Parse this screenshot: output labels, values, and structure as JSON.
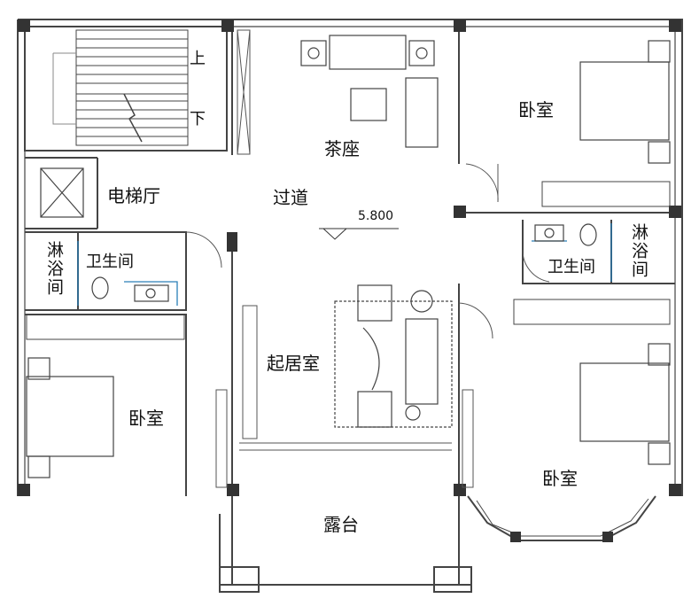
{
  "rooms": {
    "tea_seating": "茶座",
    "corridor": "过道",
    "elevator_hall": "电梯厅",
    "bath_left": "卫生间",
    "shower_left": "淋浴间",
    "living": "起居室",
    "bedroom_ne": "卧室",
    "bedroom_sw": "卧室",
    "bedroom_se": "卧室",
    "bath_right": "卫生间",
    "shower_right": "淋浴间",
    "terrace": "露台"
  },
  "stairs": {
    "up": "上",
    "down": "下"
  },
  "elevation": "5.800",
  "colors": {
    "wall": "#333333",
    "line": "#555555",
    "fixture": "#2a7fb8"
  }
}
